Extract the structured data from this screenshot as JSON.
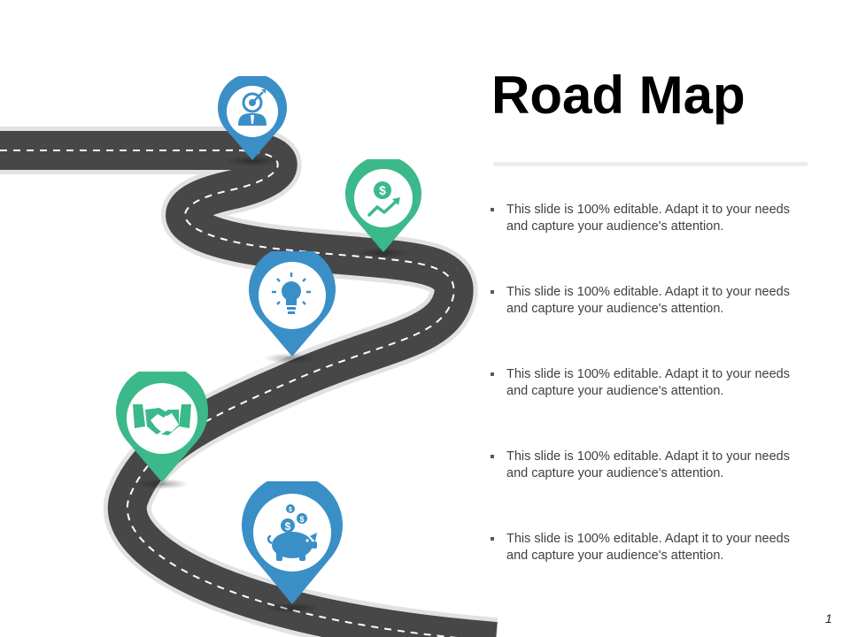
{
  "title": "Road Map",
  "bullets": [
    "This slide is 100% editable. Adapt it to your needs and capture your audience's attention.",
    "This slide is 100% editable. Adapt it to your needs and capture your audience's attention.",
    "This slide is 100% editable. Adapt it to your needs and capture your audience's attention.",
    "This slide is 100% editable. Adapt it to your needs and capture your audience's attention.",
    "This slide is 100% editable. Adapt it to your needs and capture your audience's attention."
  ],
  "page_number": "1",
  "markers": [
    {
      "icon": "target-person-icon",
      "color": "#3a8fc7"
    },
    {
      "icon": "dollar-growth-icon",
      "color": "#3bb98b"
    },
    {
      "icon": "lightbulb-icon",
      "color": "#3a8fc7"
    },
    {
      "icon": "handshake-icon",
      "color": "#3bb98b"
    },
    {
      "icon": "piggy-bank-icon",
      "color": "#3a8fc7"
    }
  ],
  "colors": {
    "road": "#474747",
    "blue": "#3a8fc7",
    "green": "#3bb98b",
    "road_edge": "#e2e2e2"
  }
}
